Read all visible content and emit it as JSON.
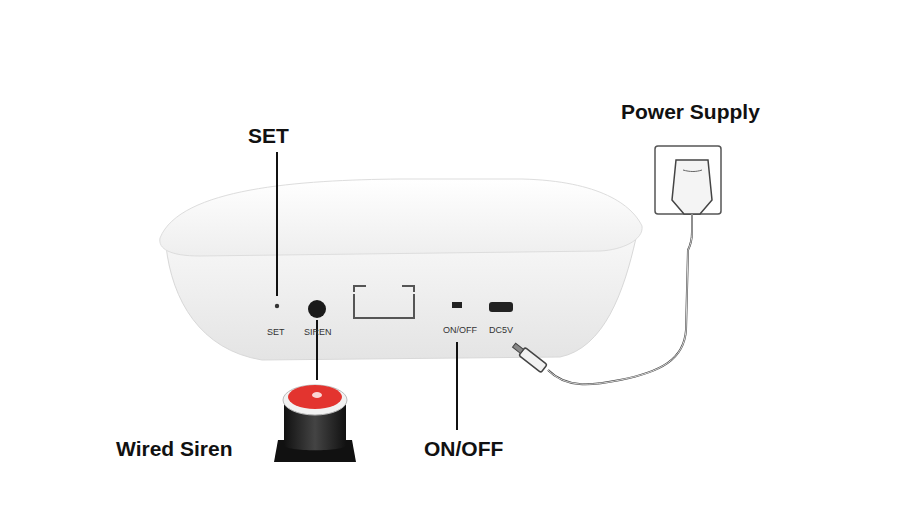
{
  "diagram": {
    "labels": [
      "Power Supply",
      "SET",
      "SET",
      "SIREN",
      "ON/OFF",
      "DC5V",
      "Wired Siren",
      "ON/OFF"
    ]
  }
}
